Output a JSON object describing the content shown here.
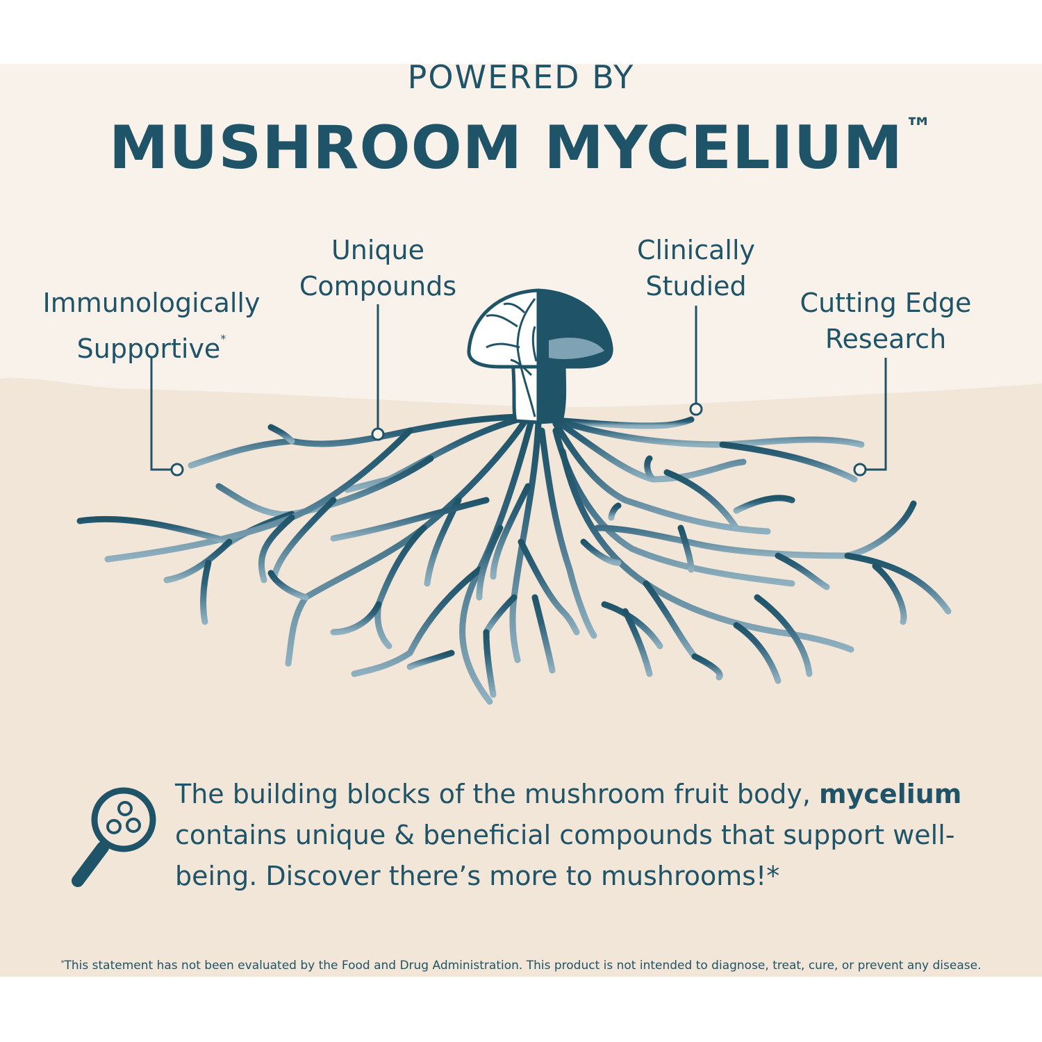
{
  "header": {
    "eyebrow": "POWERED BY",
    "title": "MUSHROOM MYCELIUM",
    "trademark": "™"
  },
  "callouts": [
    {
      "line1": "Immunologically",
      "line2": "Supportive",
      "mark": "*"
    },
    {
      "line1": "Unique",
      "line2": "Compounds"
    },
    {
      "line1": "Clinically",
      "line2": "Studied"
    },
    {
      "line1": "Cutting Edge",
      "line2": "Research"
    }
  ],
  "description": {
    "before": "The building blocks of the mushroom fruit body,",
    "bold": "mycelium",
    "after": "contains unique & beneficial compounds that support well-being. Discover there’s more to mushrooms!*"
  },
  "disclaimer": {
    "mark": "*",
    "text": "This statement has not been evaluated by the Food and Drug Administration. This product is not intended to diagnose, treat, cure, or prevent any disease."
  },
  "colors": {
    "primary": "#1f5367",
    "light_blue": "#7fa3b4",
    "background": "#f8f2ea",
    "ground": "#f1e6d8"
  },
  "icons": [
    "mushroom-icon",
    "magnifier-icon"
  ]
}
